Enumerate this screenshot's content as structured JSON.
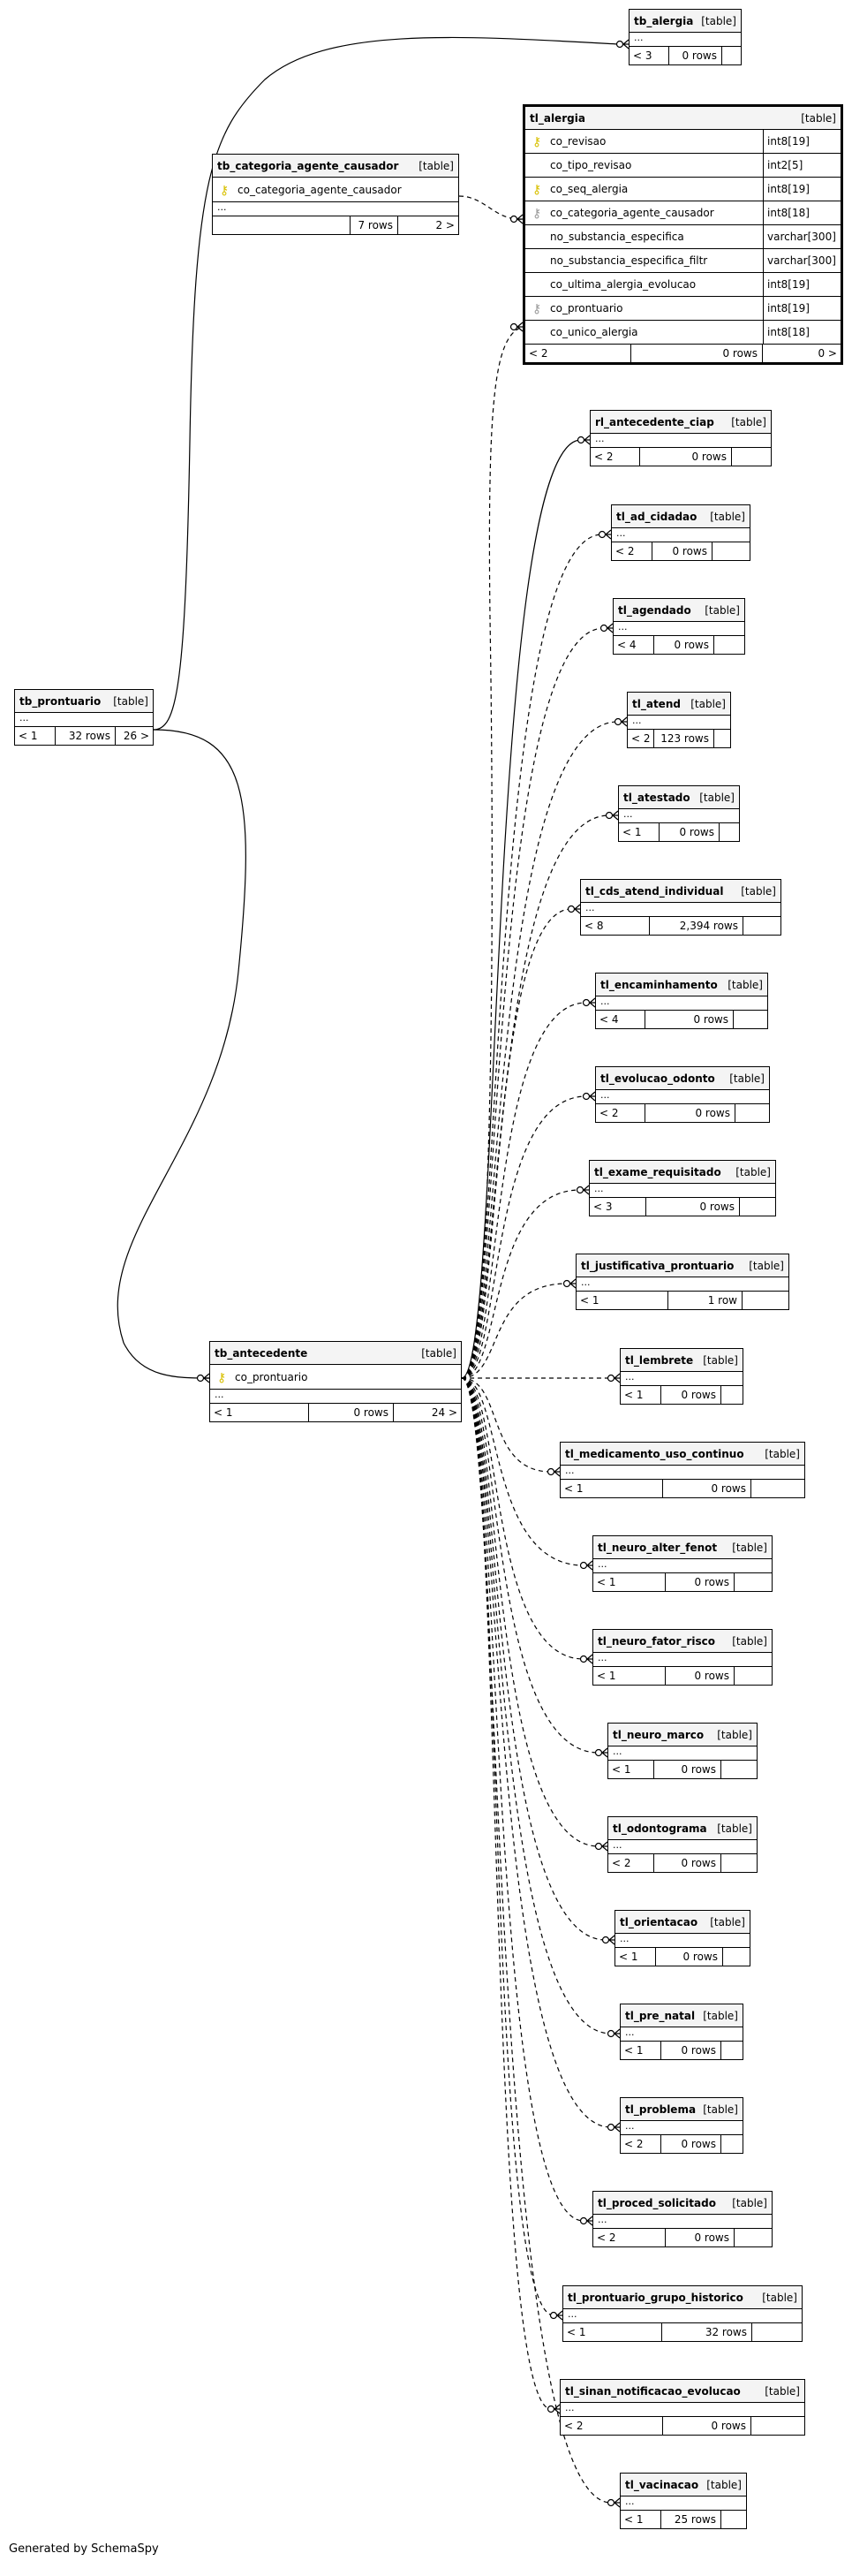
{
  "footer": "Generated by SchemaSpy",
  "tables": [
    {
      "name": "tb_alergia",
      "type": "[table]",
      "ellipsis": "...",
      "parents": "< 3",
      "rows": "0 rows",
      "children": ""
    },
    {
      "name": "tl_alergia",
      "type": "[table]",
      "focus": true,
      "columns": [
        {
          "name": "co_revisao",
          "type": "int8[19]",
          "key": "pk"
        },
        {
          "name": "co_tipo_revisao",
          "type": "int2[5]",
          "key": ""
        },
        {
          "name": "co_seq_alergia",
          "type": "int8[19]",
          "key": "pk"
        },
        {
          "name": "co_categoria_agente_causador",
          "type": "int8[18]",
          "key": "fk"
        },
        {
          "name": "no_substancia_especifica",
          "type": "varchar[300]",
          "key": ""
        },
        {
          "name": "no_substancia_especifica_filtr",
          "type": "varchar[300]",
          "key": ""
        },
        {
          "name": "co_ultima_alergia_evolucao",
          "type": "int8[19]",
          "key": ""
        },
        {
          "name": "co_prontuario",
          "type": "int8[19]",
          "key": "fk"
        },
        {
          "name": "co_unico_alergia",
          "type": "int8[18]",
          "key": ""
        }
      ],
      "parents": "< 2",
      "rows": "0 rows",
      "children": "0 >"
    },
    {
      "name": "tb_categoria_agente_causador",
      "type": "[table]",
      "columns": [
        {
          "name": "co_categoria_agente_causador",
          "key": "pk"
        }
      ],
      "ellipsis": "...",
      "parents": "",
      "rows": "7 rows",
      "children": "2 >"
    },
    {
      "name": "tb_prontuario",
      "type": "[table]",
      "ellipsis": "...",
      "parents": "< 1",
      "rows": "32 rows",
      "children": "26 >"
    },
    {
      "name": "tb_antecedente",
      "type": "[table]",
      "columns": [
        {
          "name": "co_prontuario",
          "key": "pk"
        }
      ],
      "ellipsis": "...",
      "parents": "< 1",
      "rows": "0 rows",
      "children": "24 >"
    },
    {
      "name": "rl_antecedente_ciap",
      "type": "[table]",
      "ellipsis": "...",
      "parents": "< 2",
      "rows": "0 rows",
      "children": ""
    },
    {
      "name": "tl_ad_cidadao",
      "type": "[table]",
      "ellipsis": "...",
      "parents": "< 2",
      "rows": "0 rows",
      "children": ""
    },
    {
      "name": "tl_agendado",
      "type": "[table]",
      "ellipsis": "...",
      "parents": "< 4",
      "rows": "0 rows",
      "children": ""
    },
    {
      "name": "tl_atend",
      "type": "[table]",
      "ellipsis": "...",
      "parents": "< 2",
      "rows": "123 rows",
      "children": ""
    },
    {
      "name": "tl_atestado",
      "type": "[table]",
      "ellipsis": "...",
      "parents": "< 1",
      "rows": "0 rows",
      "children": ""
    },
    {
      "name": "tl_cds_atend_individual",
      "type": "[table]",
      "ellipsis": "...",
      "parents": "< 8",
      "rows": "2,394 rows",
      "children": ""
    },
    {
      "name": "tl_encaminhamento",
      "type": "[table]",
      "ellipsis": "...",
      "parents": "< 4",
      "rows": "0 rows",
      "children": ""
    },
    {
      "name": "tl_evolucao_odonto",
      "type": "[table]",
      "ellipsis": "...",
      "parents": "< 2",
      "rows": "0 rows",
      "children": ""
    },
    {
      "name": "tl_exame_requisitado",
      "type": "[table]",
      "ellipsis": "...",
      "parents": "< 3",
      "rows": "0 rows",
      "children": ""
    },
    {
      "name": "tl_justificativa_prontuario",
      "type": "[table]",
      "ellipsis": "...",
      "parents": "< 1",
      "rows": "1 row",
      "children": ""
    },
    {
      "name": "tl_lembrete",
      "type": "[table]",
      "ellipsis": "...",
      "parents": "< 1",
      "rows": "0 rows",
      "children": ""
    },
    {
      "name": "tl_medicamento_uso_continuo",
      "type": "[table]",
      "ellipsis": "...",
      "parents": "< 1",
      "rows": "0 rows",
      "children": ""
    },
    {
      "name": "tl_neuro_alter_fenot",
      "type": "[table]",
      "ellipsis": "...",
      "parents": "< 1",
      "rows": "0 rows",
      "children": ""
    },
    {
      "name": "tl_neuro_fator_risco",
      "type": "[table]",
      "ellipsis": "...",
      "parents": "< 1",
      "rows": "0 rows",
      "children": ""
    },
    {
      "name": "tl_neuro_marco",
      "type": "[table]",
      "ellipsis": "...",
      "parents": "< 1",
      "rows": "0 rows",
      "children": ""
    },
    {
      "name": "tl_odontograma",
      "type": "[table]",
      "ellipsis": "...",
      "parents": "< 2",
      "rows": "0 rows",
      "children": ""
    },
    {
      "name": "tl_orientacao",
      "type": "[table]",
      "ellipsis": "...",
      "parents": "< 1",
      "rows": "0 rows",
      "children": ""
    },
    {
      "name": "tl_pre_natal",
      "type": "[table]",
      "ellipsis": "...",
      "parents": "< 1",
      "rows": "0 rows",
      "children": ""
    },
    {
      "name": "tl_problema",
      "type": "[table]",
      "ellipsis": "...",
      "parents": "< 2",
      "rows": "0 rows",
      "children": ""
    },
    {
      "name": "tl_proced_solicitado",
      "type": "[table]",
      "ellipsis": "...",
      "parents": "< 2",
      "rows": "0 rows",
      "children": ""
    },
    {
      "name": "tl_prontuario_grupo_historico",
      "type": "[table]",
      "ellipsis": "...",
      "parents": "< 1",
      "rows": "32 rows",
      "children": ""
    },
    {
      "name": "tl_sinan_notificacao_evolucao",
      "type": "[table]",
      "ellipsis": "...",
      "parents": "< 2",
      "rows": "0 rows",
      "children": ""
    },
    {
      "name": "tl_vacinacao",
      "type": "[table]",
      "ellipsis": "...",
      "parents": "< 1",
      "rows": "25 rows",
      "children": ""
    }
  ]
}
